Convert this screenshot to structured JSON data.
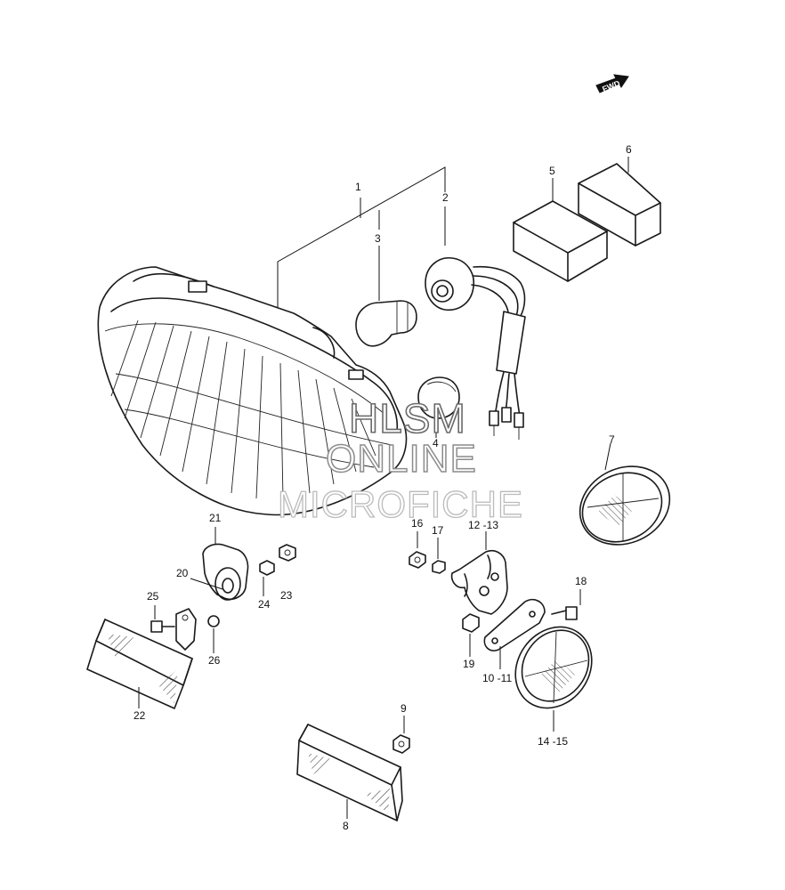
{
  "diagram": {
    "fwd_label": "FWD",
    "watermark": {
      "line1": "HLSM",
      "line2": "ONLINE",
      "line3": "MICROFICHE"
    },
    "callouts": {
      "c1": "1",
      "c2": "2",
      "c3": "3",
      "c4": "4",
      "c5": "5",
      "c6": "6",
      "c7": "7",
      "c8": "8",
      "c9": "9",
      "c10_11": "10 -11",
      "c12_13": "12 -13",
      "c14_15": "14 -15",
      "c16": "16",
      "c17": "17",
      "c18": "18",
      "c19": "19",
      "c20": "20",
      "c21": "21",
      "c22": "22",
      "c23": "23",
      "c24": "24",
      "c25": "25",
      "c26": "26"
    }
  }
}
